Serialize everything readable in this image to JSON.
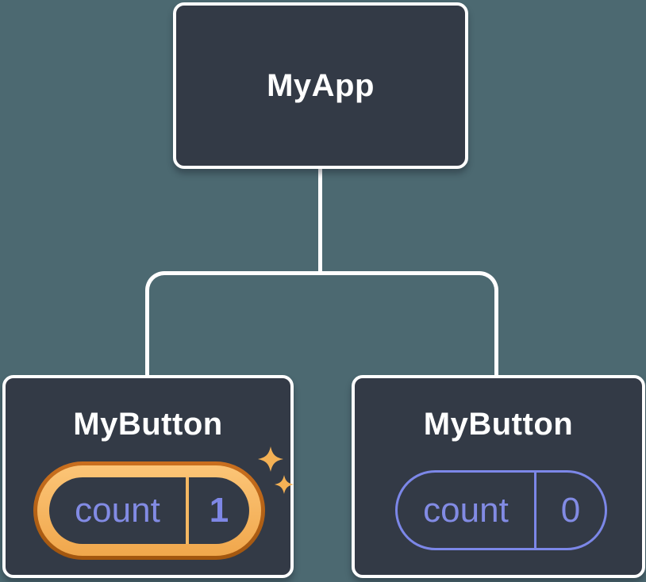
{
  "tree": {
    "root": {
      "label": "MyApp"
    },
    "children": [
      {
        "label": "MyButton",
        "state": {
          "label": "count",
          "value": "1"
        },
        "highlighted": true
      },
      {
        "label": "MyButton",
        "state": {
          "label": "count",
          "value": "0"
        },
        "highlighted": false
      }
    ]
  },
  "icons": {
    "sparkles": "sparkles-icon"
  },
  "colors": {
    "background": "#4C6971",
    "card_fill": "#333A46",
    "card_border": "#FFFFFF",
    "connector": "#FFFFFF",
    "title_text": "#FFFFFF",
    "state_text": "#828BE4",
    "badge_border": "#7C87E8",
    "highlight_ring_light": "#F8BB63",
    "highlight_ring_dark": "#B05E14",
    "highlight_divider": "#F5B862",
    "sparkle": "#F4B155"
  }
}
